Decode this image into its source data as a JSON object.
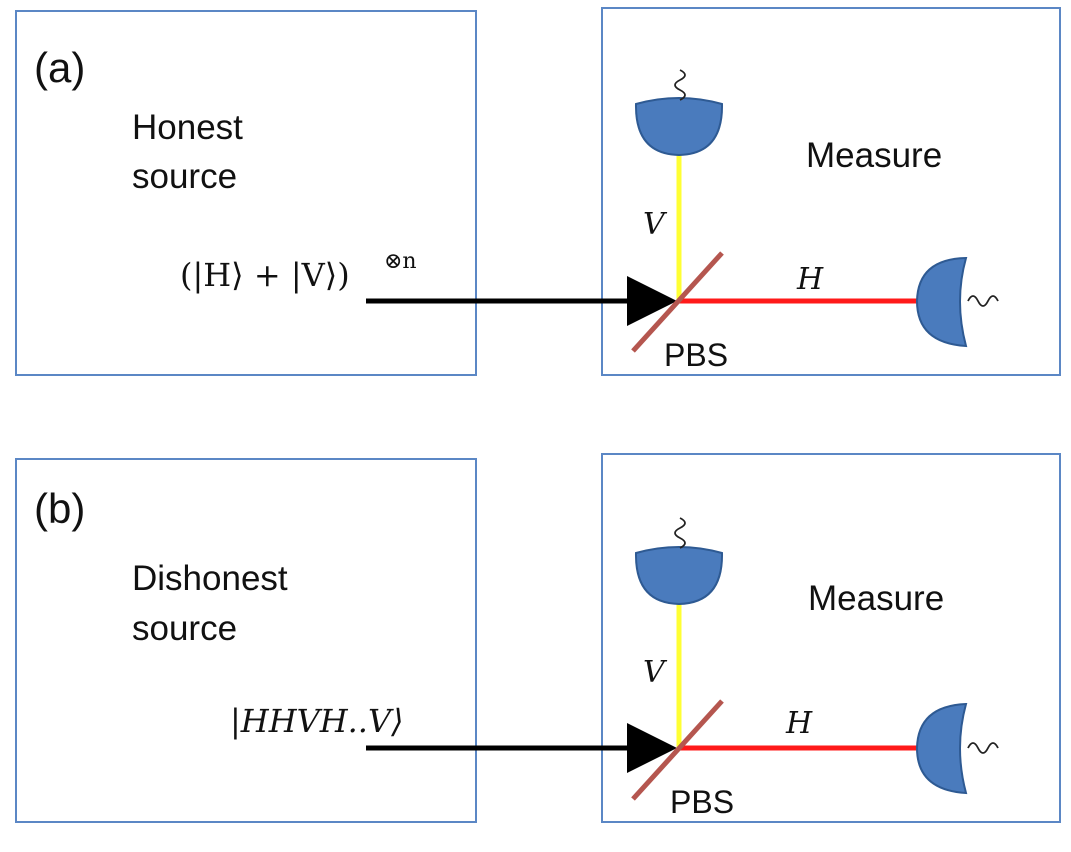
{
  "colors": {
    "box_border": "#5b87c5",
    "arrow": "#000000",
    "vertical_beam": "#ffff33",
    "horizontal_beam": "#ff1a1a",
    "beam_splitter": "#b5564f",
    "detector_fill": "#4a7bbd",
    "detector_stroke": "#2e5a93"
  },
  "icons": [
    "detector-icon",
    "beam-splitter-icon",
    "arrow-icon"
  ],
  "panel_a": {
    "label": "(a)",
    "source_line1": "Honest",
    "source_line2": "source",
    "state_label": "(|H⟩ + |V⟩)",
    "state_exponent": "⊗n",
    "measure_label": "Measure",
    "v_label": "V",
    "h_label": "H",
    "pbs_label": "PBS"
  },
  "panel_b": {
    "label": "(b)",
    "source_line1": "Dishonest",
    "source_line2": "source",
    "state_label": "|HHVH..V⟩",
    "measure_label": "Measure",
    "v_label": "V",
    "h_label": "H",
    "pbs_label": "PBS"
  }
}
